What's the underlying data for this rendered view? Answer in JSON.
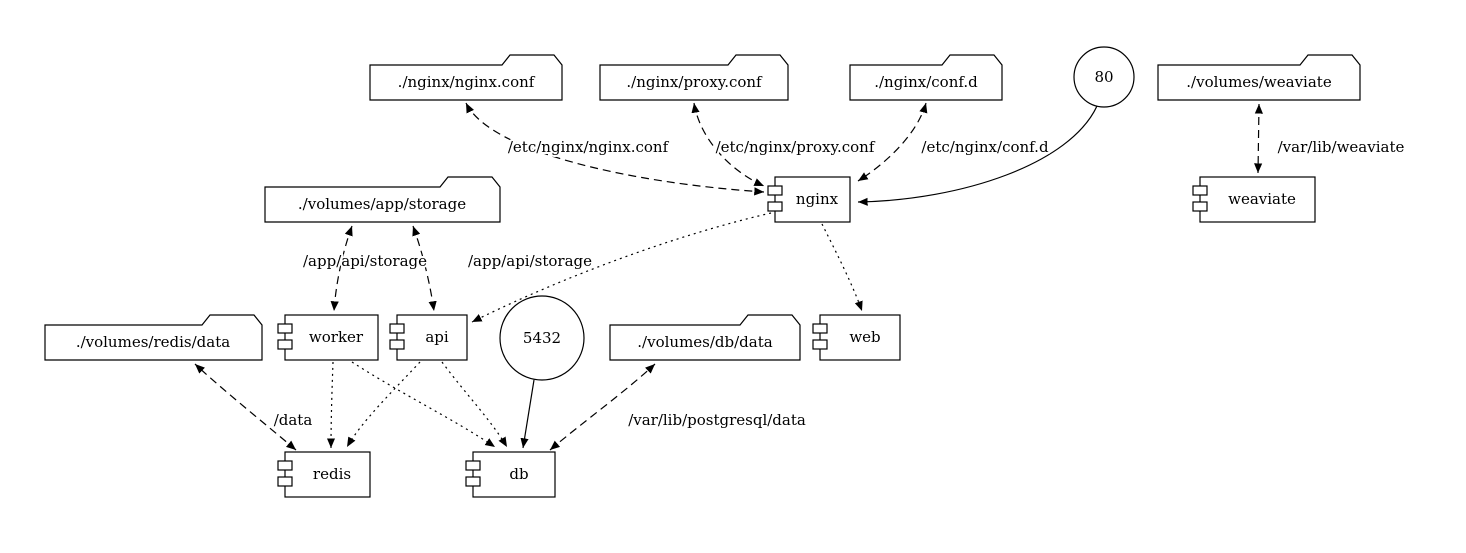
{
  "diagram": {
    "folders": {
      "nginx_conf": "./nginx/nginx.conf",
      "proxy_conf": "./nginx/proxy.conf",
      "conf_d": "./nginx/conf.d",
      "volumes_weaviate": "./volumes/weaviate",
      "volumes_app_storage": "./volumes/app/storage",
      "volumes_redis_data": "./volumes/redis/data",
      "volumes_db_data": "./volumes/db/data"
    },
    "components": {
      "nginx": "nginx",
      "weaviate": "weaviate",
      "worker": "worker",
      "api": "api",
      "web": "web",
      "redis": "redis",
      "db": "db"
    },
    "ports": {
      "http": "80",
      "postgres": "5432"
    },
    "edge_labels": {
      "nginx_conf_mount": "/etc/nginx/nginx.conf",
      "proxy_conf_mount": "/etc/nginx/proxy.conf",
      "conf_d_mount": "/etc/nginx/conf.d",
      "weaviate_mount": "/var/lib/weaviate",
      "worker_storage_mount": "/app/api/storage",
      "api_storage_mount": "/app/api/storage",
      "redis_mount": "/data",
      "db_mount": "/var/lib/postgresql/data"
    },
    "edges": [
      {
        "from": "./nginx/nginx.conf",
        "to": "nginx",
        "label": "/etc/nginx/nginx.conf",
        "style": "dashed",
        "direction": "both"
      },
      {
        "from": "./nginx/proxy.conf",
        "to": "nginx",
        "label": "/etc/nginx/proxy.conf",
        "style": "dashed",
        "direction": "both"
      },
      {
        "from": "./nginx/conf.d",
        "to": "nginx",
        "label": "/etc/nginx/conf.d",
        "style": "dashed",
        "direction": "both"
      },
      {
        "from": "80",
        "to": "nginx",
        "label": "",
        "style": "solid",
        "direction": "forward"
      },
      {
        "from": "./volumes/weaviate",
        "to": "weaviate",
        "label": "/var/lib/weaviate",
        "style": "dashed",
        "direction": "both"
      },
      {
        "from": "./volumes/app/storage",
        "to": "worker",
        "label": "/app/api/storage",
        "style": "dashed",
        "direction": "both"
      },
      {
        "from": "./volumes/app/storage",
        "to": "api",
        "label": "/app/api/storage",
        "style": "dashed",
        "direction": "both"
      },
      {
        "from": "nginx",
        "to": "api",
        "label": "",
        "style": "dotted",
        "direction": "forward"
      },
      {
        "from": "nginx",
        "to": "web",
        "label": "",
        "style": "dotted",
        "direction": "forward"
      },
      {
        "from": "worker",
        "to": "redis",
        "label": "",
        "style": "dotted",
        "direction": "forward"
      },
      {
        "from": "worker",
        "to": "db",
        "label": "",
        "style": "dotted",
        "direction": "forward"
      },
      {
        "from": "api",
        "to": "redis",
        "label": "",
        "style": "dotted",
        "direction": "forward"
      },
      {
        "from": "api",
        "to": "db",
        "label": "",
        "style": "dotted",
        "direction": "forward"
      },
      {
        "from": "5432",
        "to": "db",
        "label": "",
        "style": "solid",
        "direction": "forward"
      },
      {
        "from": "./volumes/redis/data",
        "to": "redis",
        "label": "/data",
        "style": "dashed",
        "direction": "both"
      },
      {
        "from": "./volumes/db/data",
        "to": "db",
        "label": "/var/lib/postgresql/data",
        "style": "dashed",
        "direction": "both"
      }
    ]
  }
}
